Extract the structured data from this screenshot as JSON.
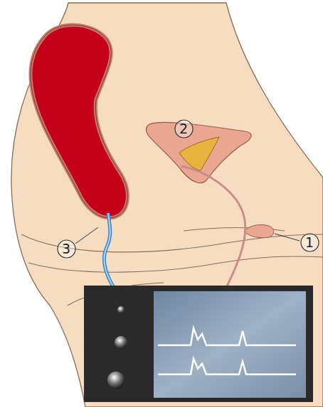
{
  "diagram": {
    "nodes": [
      {
        "text": [
          "2"
        ]
      },
      {
        "text": [
          "1"
        ]
      },
      {
        "text": [
          "3"
        ]
      }
    ]
  }
}
